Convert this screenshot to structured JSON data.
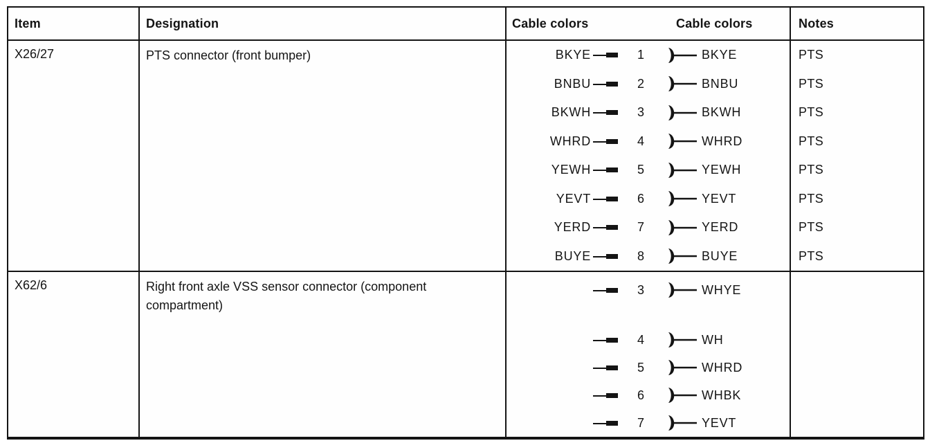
{
  "colors": {
    "ink": "#141414",
    "paper": "#ffffff"
  },
  "header": {
    "item": "Item",
    "designation": "Designation",
    "cable_colors_left": "Cable colors",
    "cable_colors_right": "Cable colors",
    "notes": "Notes"
  },
  "rows": [
    {
      "item": "X26/27",
      "designation": "PTS connector (front bumper)",
      "pins": [
        {
          "left": "BKYE",
          "pin": "1",
          "right": "BKYE",
          "note": "PTS"
        },
        {
          "left": "BNBU",
          "pin": "2",
          "right": "BNBU",
          "note": "PTS"
        },
        {
          "left": "BKWH",
          "pin": "3",
          "right": "BKWH",
          "note": "PTS"
        },
        {
          "left": "WHRD",
          "pin": "4",
          "right": "WHRD",
          "note": "PTS"
        },
        {
          "left": "YEWH",
          "pin": "5",
          "right": "YEWH",
          "note": "PTS"
        },
        {
          "left": "YEVT",
          "pin": "6",
          "right": "YEVT",
          "note": "PTS"
        },
        {
          "left": "YERD",
          "pin": "7",
          "right": "YERD",
          "note": "PTS"
        },
        {
          "left": "BUYE",
          "pin": "8",
          "right": "BUYE",
          "note": "PTS"
        }
      ]
    },
    {
      "item": "X62/6",
      "designation": "Right front axle VSS sensor connector (component compartment)",
      "pins": [
        {
          "left": "",
          "pin": "3",
          "right": "WHYE",
          "note": ""
        },
        {
          "left": "",
          "pin": "4",
          "right": "WH",
          "note": ""
        },
        {
          "left": "",
          "pin": "5",
          "right": "WHRD",
          "note": ""
        },
        {
          "left": "",
          "pin": "6",
          "right": "WHBK",
          "note": ""
        },
        {
          "left": "",
          "pin": "7",
          "right": "YEVT",
          "note": ""
        }
      ]
    }
  ]
}
